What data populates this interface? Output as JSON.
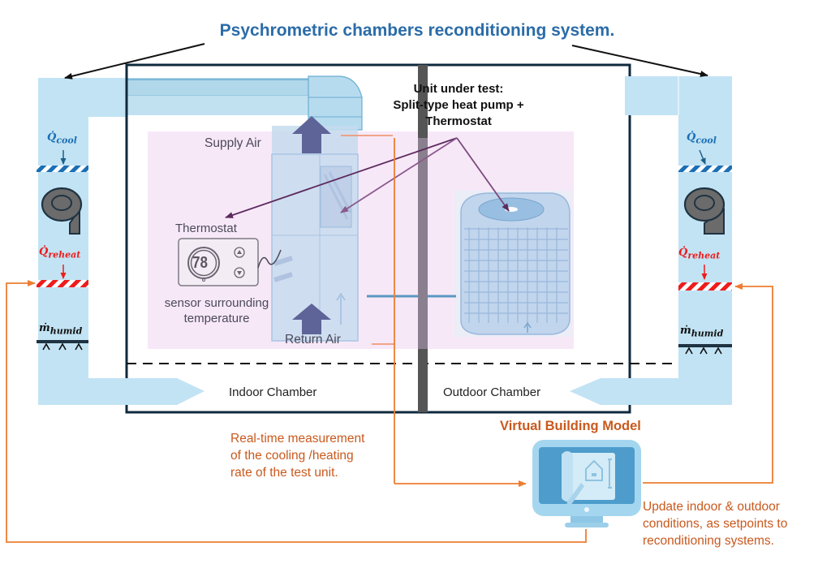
{
  "title": "Psychrometric chambers reconditioning system.",
  "unit_under_test": {
    "line1": "Unit under test:",
    "line2": "Split-type heat pump +",
    "line3": "Thermostat"
  },
  "indoor": {
    "supply_air": "Supply Air",
    "return_air": "Return Air",
    "thermostat_label": "Thermostat",
    "thermostat_reading": "78",
    "sensor_line1": "sensor surrounding",
    "sensor_line2": "temperature",
    "chamber_label": "Indoor Chamber"
  },
  "outdoor": {
    "chamber_label": "Outdoor Chamber"
  },
  "reconditioning": {
    "q_cool": {
      "base": "Q̇",
      "sub": "cool"
    },
    "q_reheat": {
      "base": "Q̇",
      "sub": "reheat"
    },
    "m_humid": {
      "base": "ṁ",
      "sub": "humid"
    }
  },
  "measurement_note": {
    "line1": "Real-time measurement",
    "line2": "of the cooling /heating",
    "line3": "rate of the test unit."
  },
  "virtual_building": {
    "title": "Virtual Building Model",
    "icon": "computer-building-model-icon"
  },
  "update_note": {
    "line1": "Update indoor & outdoor",
    "line2": "conditions, as setpoints to",
    "line3": "reconditioning systems."
  },
  "colors": {
    "title": "#2b6ca8",
    "duct": "#c2e3f4",
    "chamber_border": "#0f2a3d",
    "orange": "#ed7d31",
    "orange_text": "#c9591e",
    "cool": "#1b6fb5",
    "reheat": "#ee1c1c",
    "highlight": "#f7e8f8",
    "arrow_purple": "#5c2a5e"
  }
}
